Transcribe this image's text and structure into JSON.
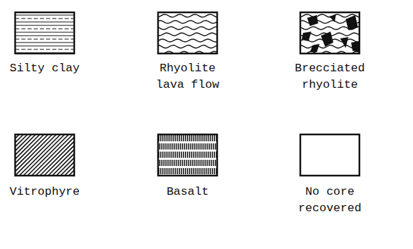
{
  "diagram": {
    "legend": [
      {
        "text": "Silty clay"
      },
      {
        "text": "Rhyolite lava flow"
      },
      {
        "text": "Brecciated rhyolite"
      },
      {
        "text": "Vitrophyre"
      },
      {
        "text": "Basalt"
      },
      {
        "text": "No core recovered"
      }
    ]
  }
}
